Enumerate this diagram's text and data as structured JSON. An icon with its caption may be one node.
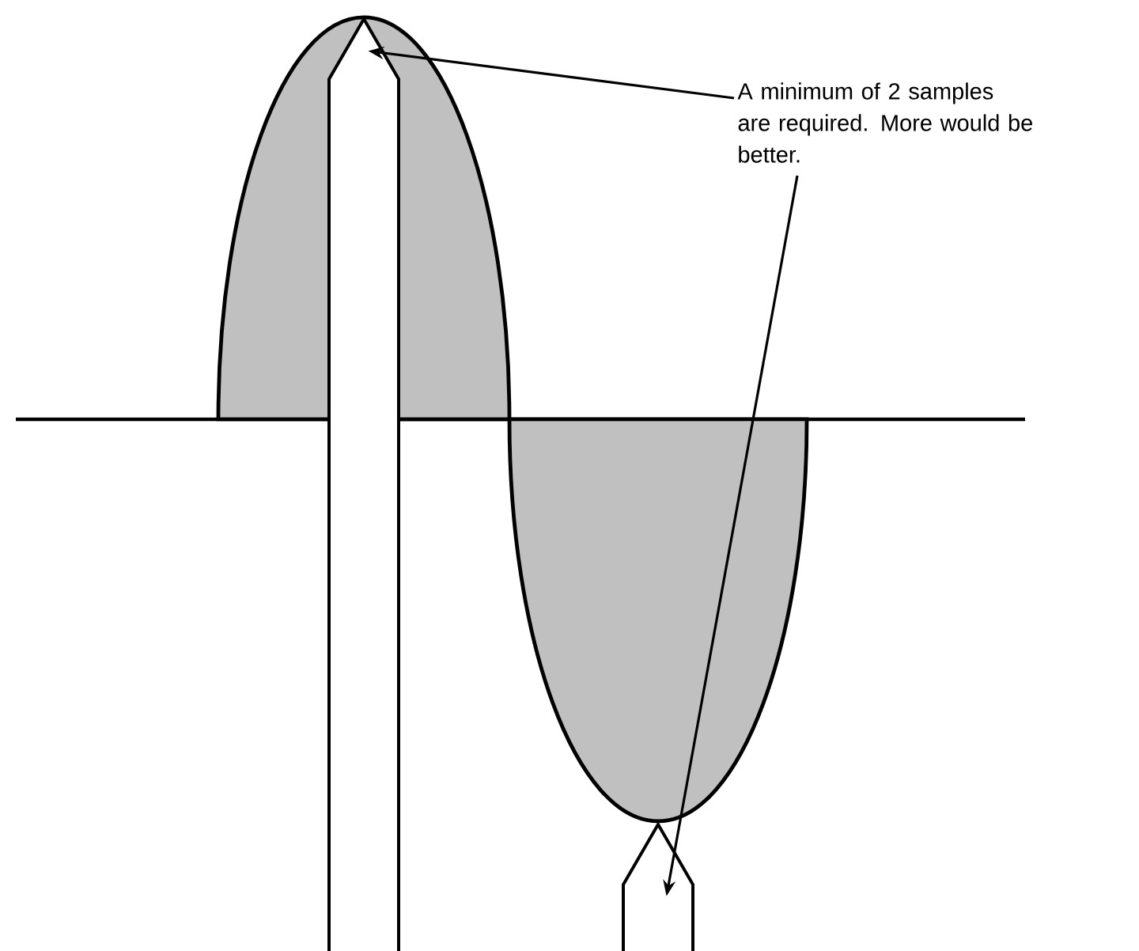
{
  "diagram": {
    "nodes": [
      {
        "text": [
          "A minimum of 2 samples are required. More would be better."
        ]
      },
      {
        "text": [],
        "shape": "bar"
      },
      {
        "text": [],
        "shape": "bar"
      }
    ],
    "edges": [
      {
        "from": 0,
        "to": 1,
        "arrow": "to"
      },
      {
        "from": 0,
        "to": 2,
        "arrow": "to"
      }
    ]
  }
}
